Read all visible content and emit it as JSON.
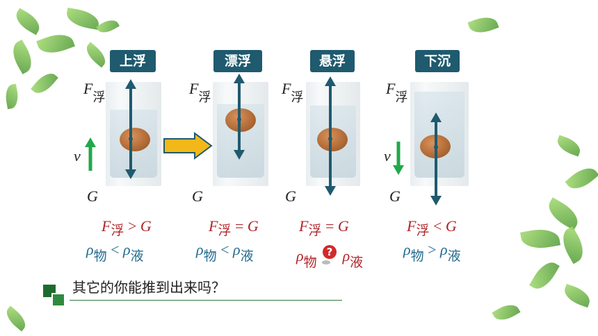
{
  "states": [
    {
      "label": "上浮",
      "f_label": "F",
      "f_sub": "浮",
      "g_label": "G",
      "velocity": "v",
      "force_rel": ">",
      "force_rhs": "G",
      "rho_rel": "<"
    },
    {
      "label": "漂浮",
      "f_label": "F",
      "f_sub": "浮",
      "g_label": "G",
      "force_rel": "=",
      "force_rhs": "G",
      "rho_rel": "<"
    },
    {
      "label": "悬浮",
      "f_label": "F",
      "f_sub": "浮",
      "g_label": "G",
      "force_rel": "=",
      "force_rhs": "G",
      "rho_rel": ""
    },
    {
      "label": "下沉",
      "f_label": "F",
      "f_sub": "浮",
      "g_label": "G",
      "velocity": "v",
      "force_rel": "<",
      "force_rhs": "G",
      "rho_rel": ">"
    }
  ],
  "rho_symbol": "ρ",
  "rho_obj_sub": "物",
  "rho_liq_sub": "液",
  "question": "其它的你能推到出来吗？",
  "colors": {
    "label_bg": "#1f5a6e",
    "arrow": "#1f5a6e",
    "condition": "#b0252a",
    "rho": "#236b8e",
    "velocity": "#22a84a",
    "transition_arrow": "#f2b81a"
  }
}
